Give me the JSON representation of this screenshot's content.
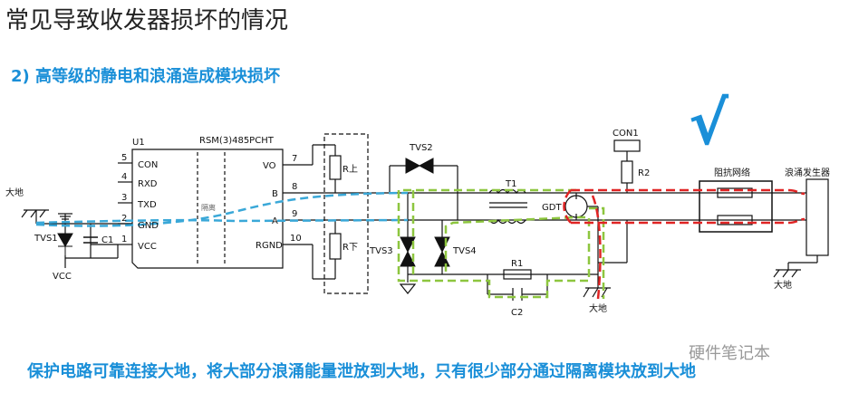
{
  "title": "常见导致收发器损坏的情况",
  "subtitle": "2) 高等级的静电和浪涌造成模块损坏",
  "checkmark": "√",
  "caption": "保护电路可靠连接大地，将大部分浪涌能量泄放到大地，只有很少部分通过隔离模块放到大地",
  "watermark": "硬件笔记本",
  "colors": {
    "accent": "#1a8fd8",
    "surge_path": "#e02424",
    "protect_path": "#8dc63f",
    "module_path": "#3aa8d8"
  },
  "diagram": {
    "module_ref": "U1",
    "module_name": "RSM(3)485PCHT",
    "isolation_label": "隔离",
    "left_pins": [
      {
        "num": "5",
        "name": "CON"
      },
      {
        "num": "4",
        "name": "RXD"
      },
      {
        "num": "3",
        "name": "TXD"
      },
      {
        "num": "2",
        "name": "GND"
      },
      {
        "num": "1",
        "name": "VCC"
      }
    ],
    "right_pins": [
      {
        "num": "7",
        "name": "VO"
      },
      {
        "num": "8",
        "name": "B"
      },
      {
        "num": "9",
        "name": "A"
      },
      {
        "num": "10",
        "name": "RGND"
      }
    ],
    "r_top": "R上",
    "r_bottom": "R下",
    "tvs1": "TVS1",
    "tvs2": "TVS2",
    "tvs3": "TVS3",
    "tvs4": "TVS4",
    "c1": "C1",
    "c2": "C2",
    "r1": "R1",
    "r2": "R2",
    "t1": "T1",
    "gdt": "GDT",
    "con1": "CON1",
    "vcc": "VCC",
    "earth_left": "大地",
    "earth_mid": "大地",
    "earth_right": "大地",
    "impedance": "阻抗网络",
    "surge_gen": "浪涌发生器"
  }
}
